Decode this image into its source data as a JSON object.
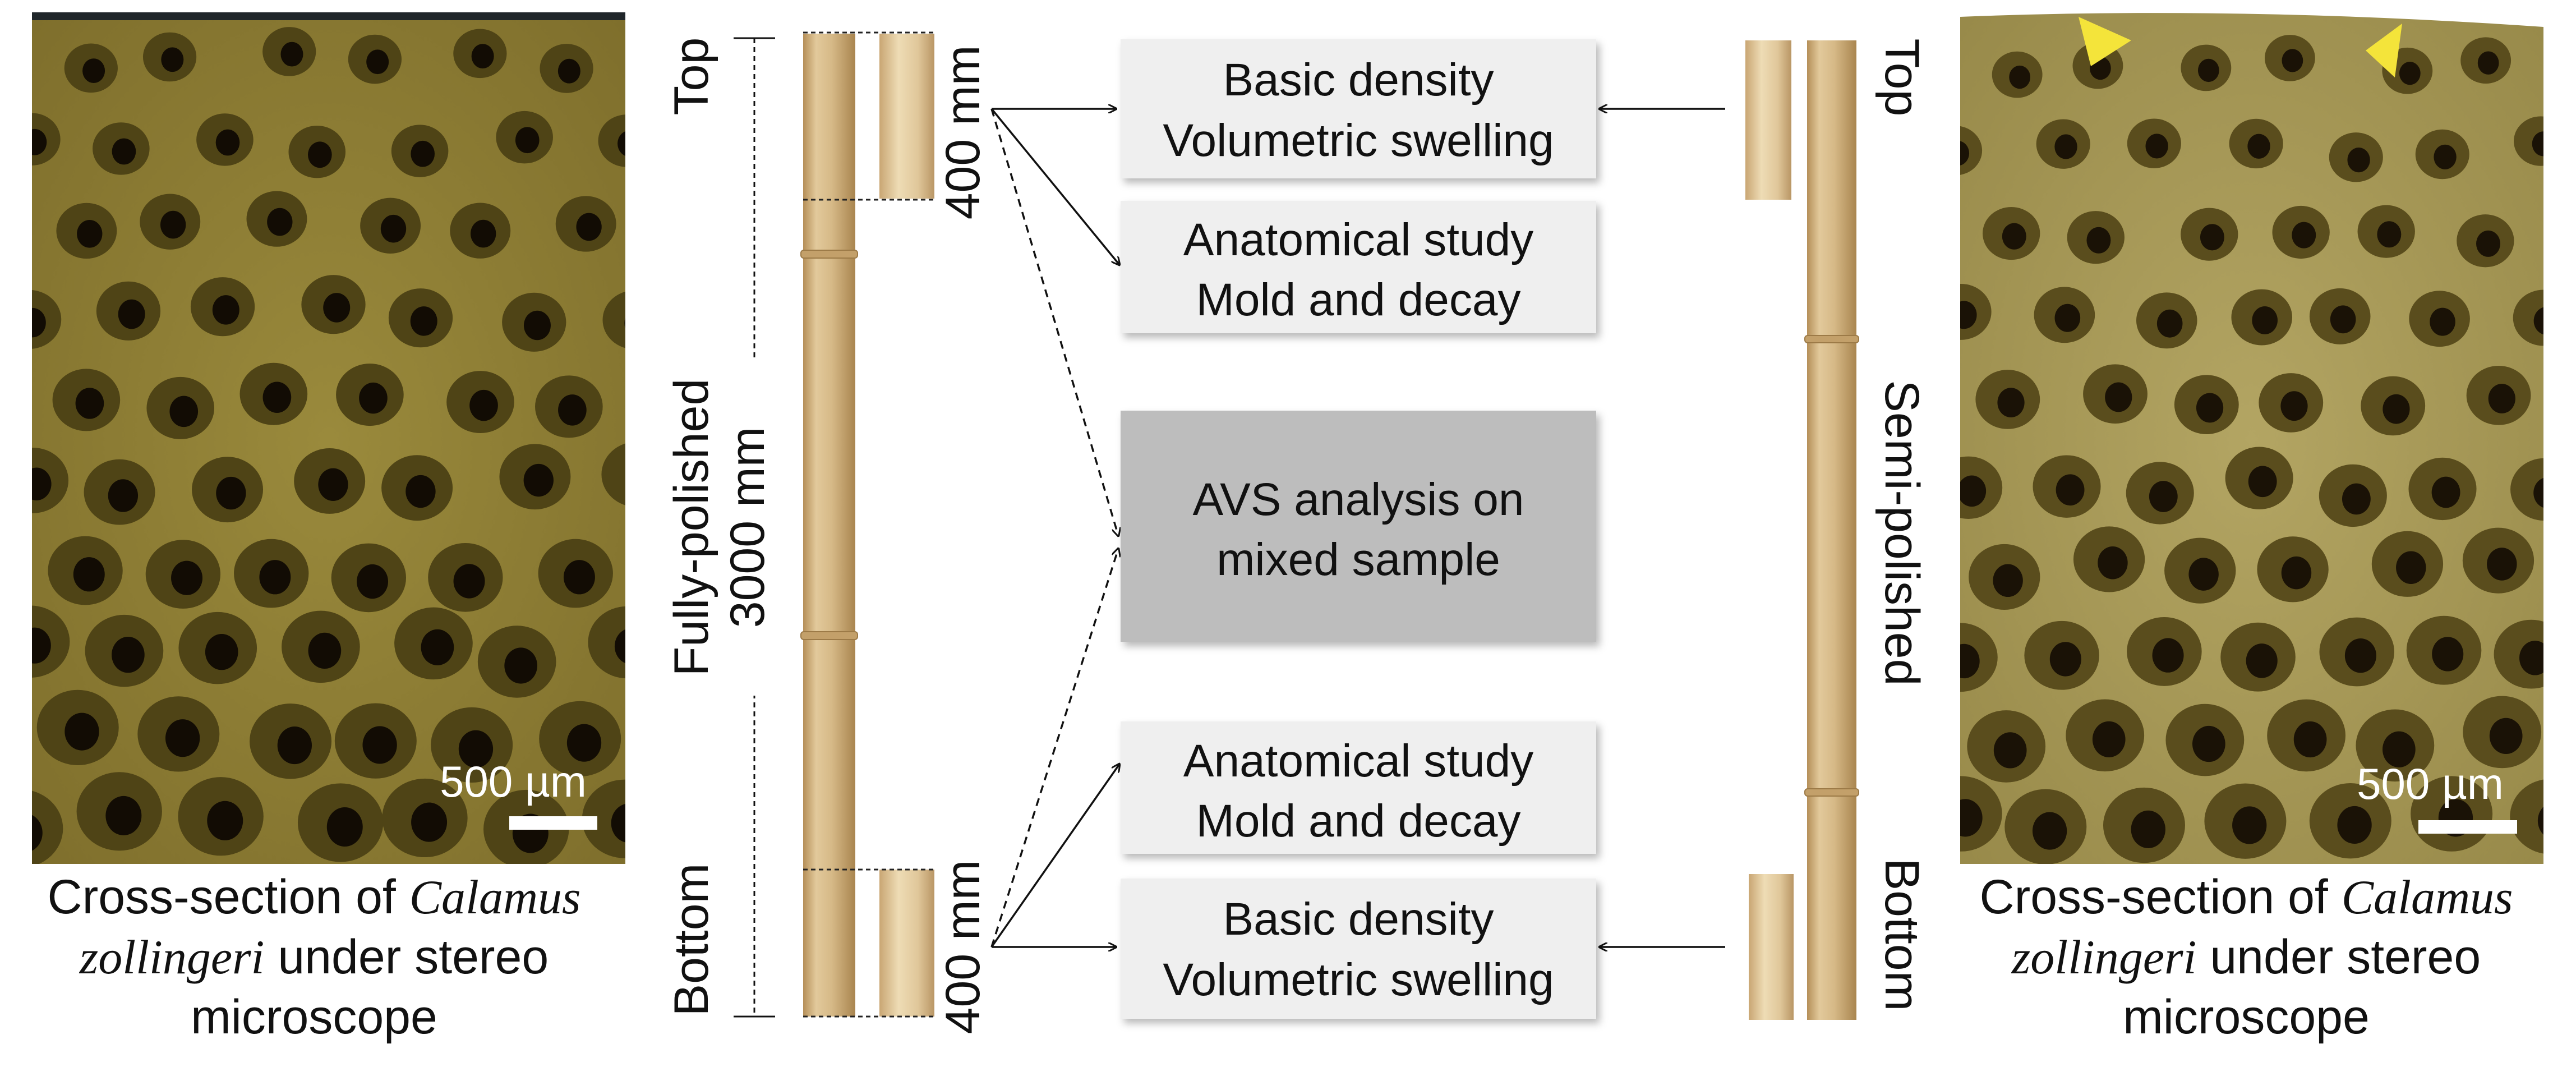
{
  "left_panel": {
    "scale_label": "500 µm",
    "caption": {
      "line1_prefix": "Cross-section of ",
      "line1_italic": "Calamus",
      "line2_italic": "zollingeri",
      "line2_suffix": " under stereo",
      "line3": "microscope"
    }
  },
  "right_panel": {
    "scale_label": "500 µm",
    "caption": {
      "line1_prefix": "Cross-section of ",
      "line1_italic": "Calamus",
      "line2_italic": "zollingeri",
      "line2_suffix": " under stereo",
      "line3": "microscope"
    }
  },
  "fully_polished": {
    "top_label": "Top",
    "bottom_label": "Bottom",
    "name_label": "Fully-polished",
    "length_label": "3000 mm",
    "top_sample_length": "400 mm",
    "bottom_sample_length": "400 mm"
  },
  "semi_polished": {
    "top_label": "Top",
    "bottom_label": "Bottom",
    "name_label": "Semi-polished"
  },
  "boxes": {
    "top_density": [
      "Basic density",
      "Volumetric swelling"
    ],
    "top_anatomy": [
      "Anatomical study",
      "Mold and decay"
    ],
    "avs": [
      "AVS analysis on",
      "mixed sample"
    ],
    "bottom_anatomy": [
      "Anatomical study",
      "Mold and decay"
    ],
    "bottom_density": [
      "Basic density",
      "Volumetric swelling"
    ]
  },
  "colors": {
    "box_light": "#efefef",
    "box_dark": "#bdbdbd",
    "cane": "#d9bf8f",
    "cane_dark": "#b9955e",
    "tissue": "#8a7a33",
    "vessel_ring": "#4f4416",
    "vessel_core": "#120c04",
    "marker": "#f4e43a"
  }
}
